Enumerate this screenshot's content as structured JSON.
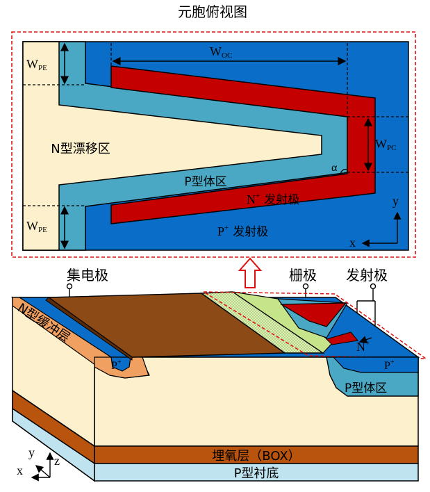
{
  "top_view": {
    "title": "元胞俯视图",
    "n_drift": "N型漂移区",
    "p_body": "P型体区",
    "n_emitter": "发射极",
    "n_emitter_sup": "+",
    "n_emitter_letter": "N",
    "p_emitter_letter": "P",
    "p_emitter_sup": "+",
    "p_emitter": "发射极",
    "w_pe_top": "W",
    "w_pe_top_sub": "PE",
    "w_pe_bottom": "W",
    "w_pe_bottom_sub": "PE",
    "w_oc": "W",
    "w_oc_sub": "OC",
    "w_pc": "W",
    "w_pc_sub": "PC",
    "alpha": "α",
    "axis_x": "x",
    "axis_y": "y"
  },
  "cross_section": {
    "collector": "集电极",
    "gate": "栅极",
    "emitter": "发射极",
    "n_buffer": "N型缓冲层",
    "p_plus_left": "P",
    "p_plus_left_sup": "+",
    "n_plus_right": "N",
    "n_plus_right_sup": "+",
    "p_plus_right": "P",
    "p_plus_right_sup": "+",
    "p_body_right": "P型体区",
    "box": "埋氧层（BOX）",
    "substrate": "P型衬底",
    "axis_x": "x",
    "axis_y": "y",
    "axis_z": "z"
  },
  "colors": {
    "dark_blue": "#0a6ec8",
    "light_blue": "#4aa8c4",
    "red": "#c40000",
    "cream": "#fdf0cc",
    "brown": "#8c4a16",
    "orange": "#b8540e",
    "substrate": "#bfe4f0",
    "gate_green": "#dff0b4"
  }
}
